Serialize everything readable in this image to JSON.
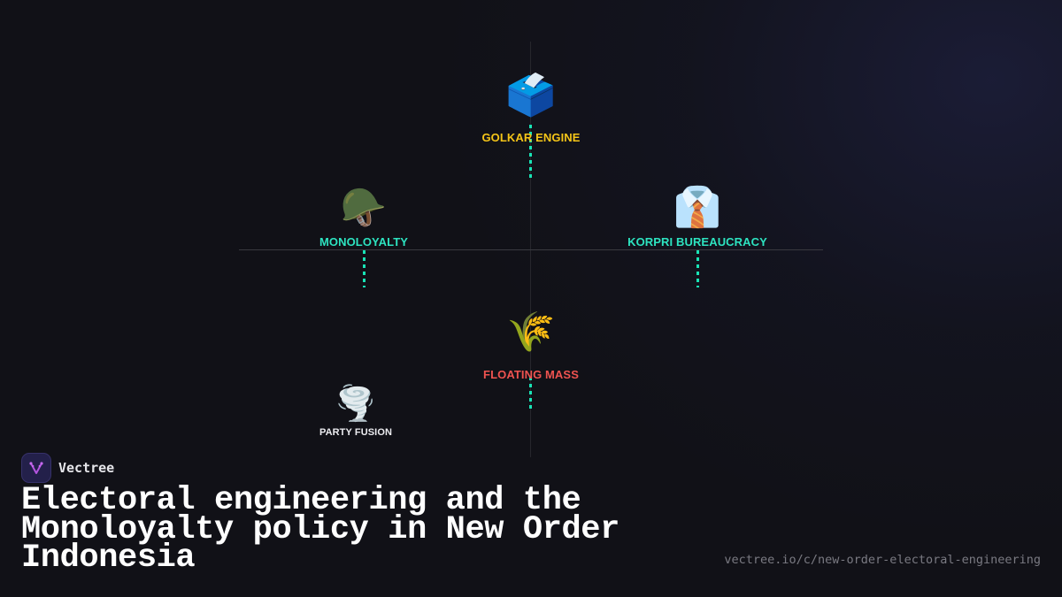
{
  "brand": {
    "name": "Vectree",
    "logo_icon": "vectree-logo-icon"
  },
  "title": "Electoral engineering and the Monoloyalty policy in New Order Indonesia",
  "url": "vectree.io/c/new-order-electoral-engineering",
  "colors": {
    "background": "#111117",
    "axis": "#3a3a40",
    "connector": "#19e3b5",
    "gold": "#f5c518",
    "teal": "#2de3c0",
    "red": "#ef5350",
    "white": "#ececf0",
    "title": "#ffffff",
    "url": "#7a7a82"
  },
  "nodes": [
    {
      "id": "golkar-engine",
      "label": "GOLKAR ENGINE",
      "icon": "ballot-box-icon",
      "glyph": "🗳️",
      "color": "#f5c518"
    },
    {
      "id": "monoloyalty",
      "label": "MONOLOYALTY",
      "icon": "military-helmet-icon",
      "glyph": "🪖",
      "color": "#2de3c0"
    },
    {
      "id": "korpri-bureaucracy",
      "label": "KORPRI BUREAUCRACY",
      "icon": "shirt-tie-icon",
      "glyph": "👔",
      "color": "#2de3c0"
    },
    {
      "id": "floating-mass",
      "label": "FLOATING MASS",
      "icon": "rice-sheaf-icon",
      "glyph": "🌾",
      "color": "#ef5350"
    },
    {
      "id": "party-fusion",
      "label": "PARTY FUSION",
      "icon": "tornado-icon",
      "glyph": "🌪️",
      "color": "#ececf0"
    }
  ]
}
